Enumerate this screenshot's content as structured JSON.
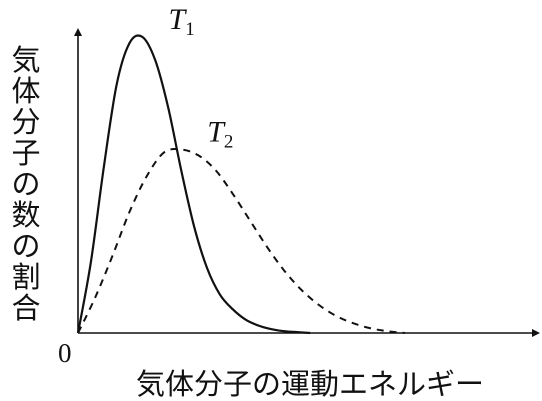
{
  "chart_data": {
    "type": "line",
    "ylabel": "気体分子の数の割合",
    "xlabel": "気体分子の運動エネルギー",
    "origin_label": "0",
    "xlim": [
      0,
      1
    ],
    "ylim": [
      0,
      1
    ],
    "grid": false,
    "legend": "none",
    "series": [
      {
        "name": "T",
        "subscript": "1",
        "style": "solid",
        "x": [
          0,
          0.03,
          0.06,
          0.09,
          0.12,
          0.15,
          0.18,
          0.21,
          0.24,
          0.27,
          0.3,
          0.33,
          0.36,
          0.39,
          0.42,
          0.45,
          0.48,
          0.51,
          0.54
        ],
        "y": [
          0,
          0.24,
          0.56,
          0.84,
          0.98,
          1.0,
          0.92,
          0.76,
          0.55,
          0.36,
          0.22,
          0.13,
          0.08,
          0.045,
          0.025,
          0.013,
          0.006,
          0.003,
          0.0
        ]
      },
      {
        "name": "T",
        "subscript": "2",
        "style": "dashed",
        "x": [
          0,
          0.04,
          0.08,
          0.12,
          0.16,
          0.2,
          0.24,
          0.28,
          0.32,
          0.36,
          0.4,
          0.44,
          0.48,
          0.52,
          0.56,
          0.6,
          0.64,
          0.68,
          0.72,
          0.76
        ],
        "y": [
          0,
          0.12,
          0.26,
          0.41,
          0.53,
          0.61,
          0.62,
          0.6,
          0.55,
          0.47,
          0.38,
          0.29,
          0.21,
          0.145,
          0.095,
          0.058,
          0.033,
          0.016,
          0.006,
          0.0
        ]
      }
    ]
  }
}
